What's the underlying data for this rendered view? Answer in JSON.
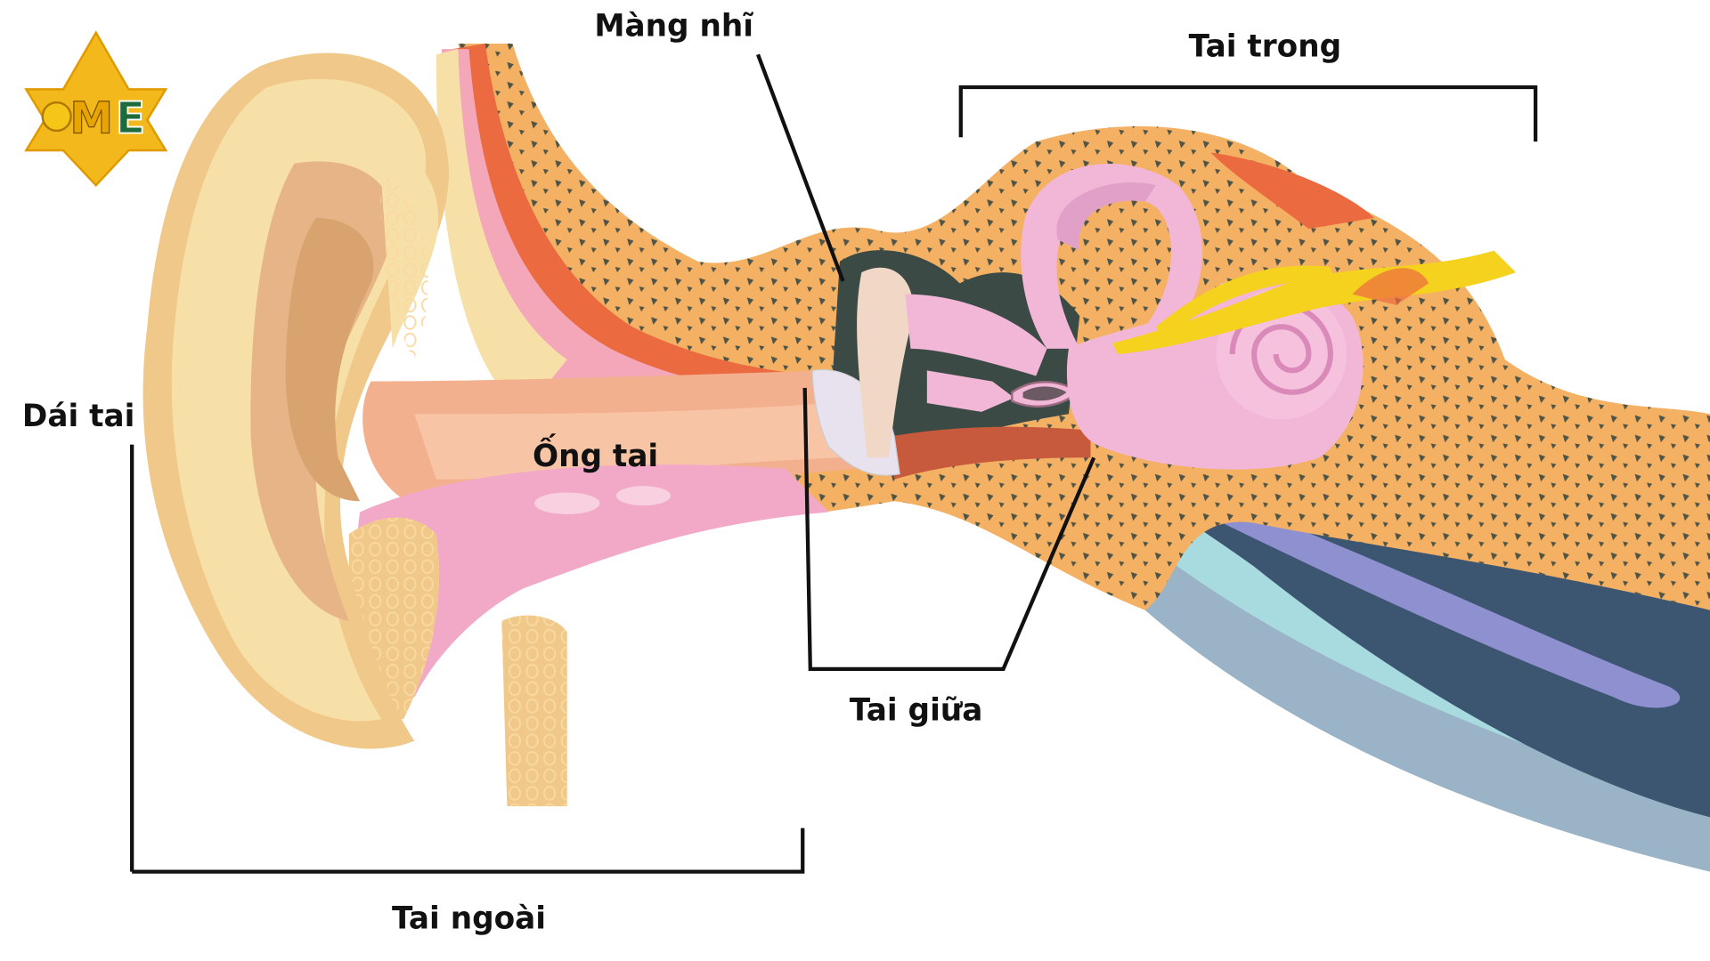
{
  "logo": {
    "text": "OME",
    "colors": {
      "star": "#f2b81c",
      "m": "#e8a400",
      "e": "#1c6b3a"
    }
  },
  "labels": {
    "eardrum": "Màng nhĩ",
    "inner_ear": "Tai trong",
    "earlobe": "Dái tai",
    "ear_canal": "Ống tai",
    "middle_ear": "Tai giữa",
    "outer_ear": "Tai ngoài"
  },
  "colors": {
    "bone": "#f4b163",
    "cartilage": "#f0c98a",
    "skin": "#f7e0a8",
    "pink": "#f2b6d6",
    "dark": "#3b4a45",
    "red": "#ec6a3f",
    "nerve": "#f4d21e",
    "blue": "#a8dbe0",
    "navy": "#3c5570"
  }
}
